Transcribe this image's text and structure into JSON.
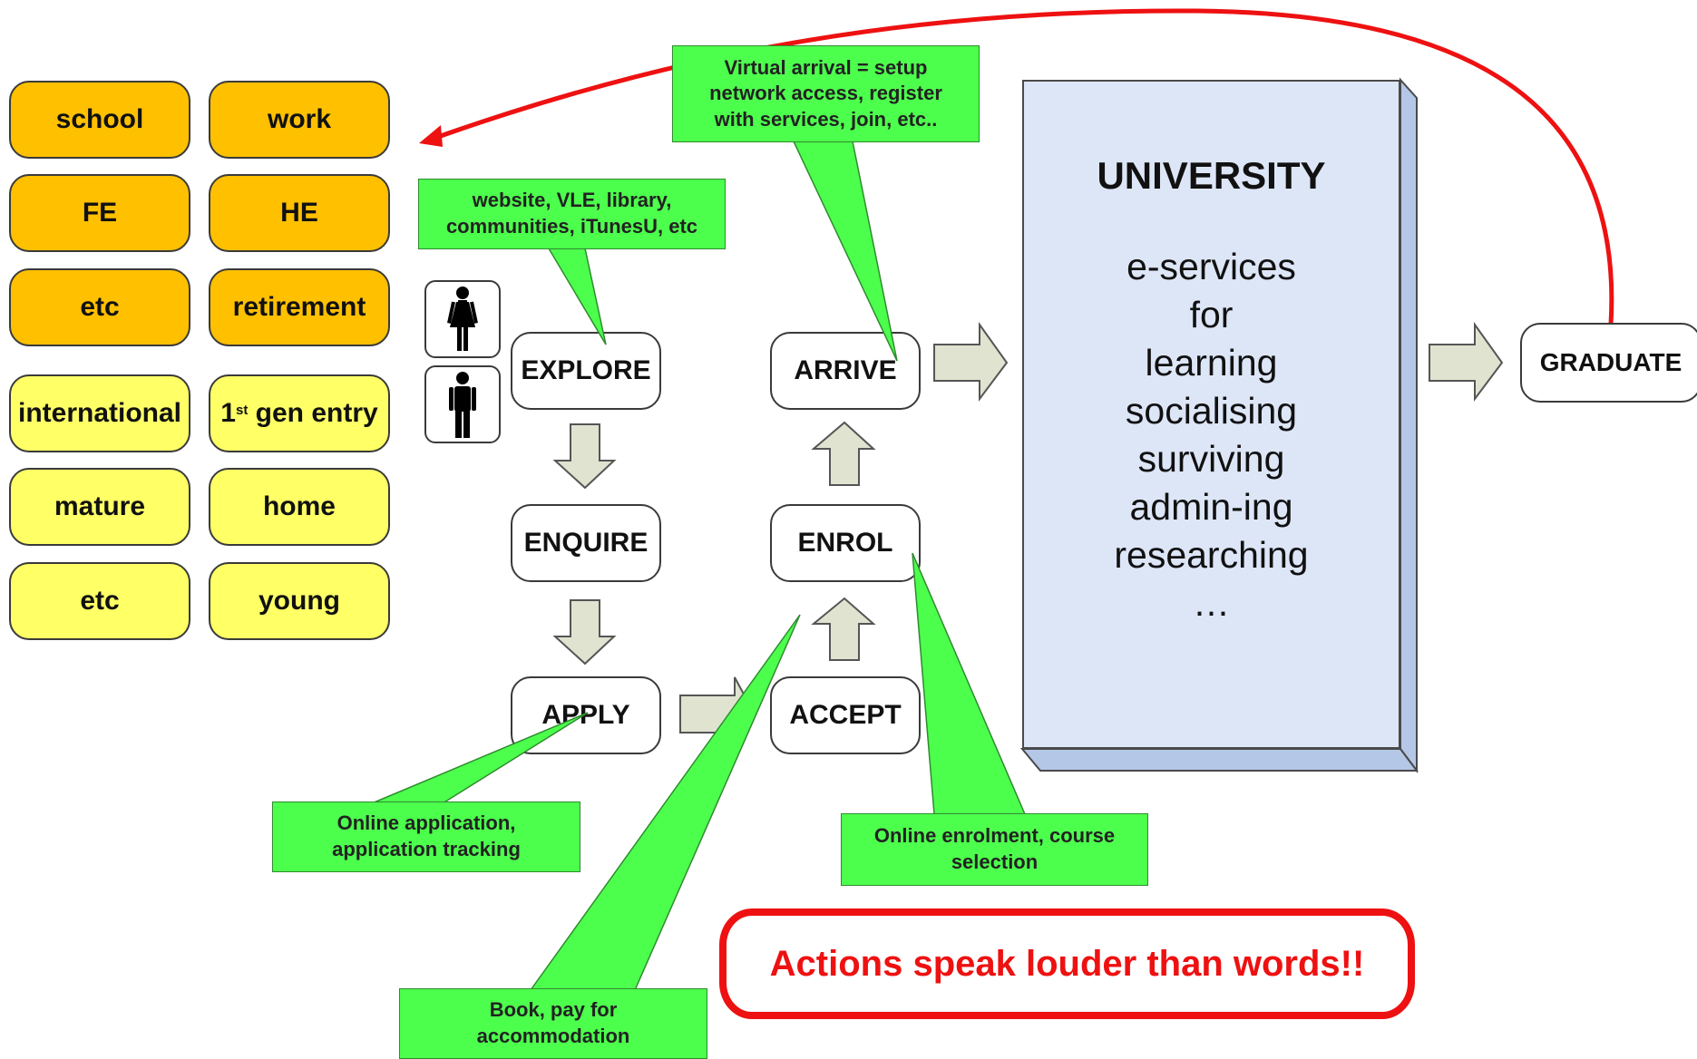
{
  "groups": {
    "orange": [
      {
        "label": "school"
      },
      {
        "label": "work"
      },
      {
        "label": "FE"
      },
      {
        "label": "HE"
      },
      {
        "label": "etc"
      },
      {
        "label": "retirement"
      }
    ],
    "yellow": [
      {
        "label": "international"
      },
      {
        "label": "1",
        "sup": "st",
        "rest": " gen entry"
      },
      {
        "label": "mature"
      },
      {
        "label": "home"
      },
      {
        "label": "etc"
      },
      {
        "label": "young"
      }
    ]
  },
  "steps": {
    "explore": "EXPLORE",
    "enquire": "ENQUIRE",
    "apply": "APPLY",
    "accept": "ACCEPT",
    "enrol": "ENROL",
    "arrive": "ARRIVE",
    "graduate": "GRADUATE"
  },
  "callouts": {
    "explore_note": [
      "website, VLE, library,",
      "communities, iTunesU, etc"
    ],
    "arrive_note": [
      "Virtual arrival = setup",
      "network access, register",
      "with services, join, etc.."
    ],
    "apply_note": [
      "Online application,",
      "application tracking"
    ],
    "accept_note": [
      "Book, pay for",
      "accommodation"
    ],
    "enrol_note": [
      "Online enrolment, course",
      "selection"
    ]
  },
  "university": {
    "title": "UNIVERSITY",
    "services": [
      "e-services",
      "for",
      "learning",
      "socialising",
      "surviving",
      "admin-ing",
      "researching",
      "…"
    ]
  },
  "motto": "Actions speak louder than words!!",
  "colors": {
    "orange_tile": "#ffc000",
    "yellow_tile": "#ffff66",
    "callout_green": "#4dff4d",
    "university_fill": "#dde6f7",
    "university_side": "#b4c7e7",
    "arrow_fill": "#dfe3d0",
    "accent_red": "#ee1111"
  },
  "icons": {
    "female": "female-person-icon",
    "male": "male-person-icon"
  }
}
